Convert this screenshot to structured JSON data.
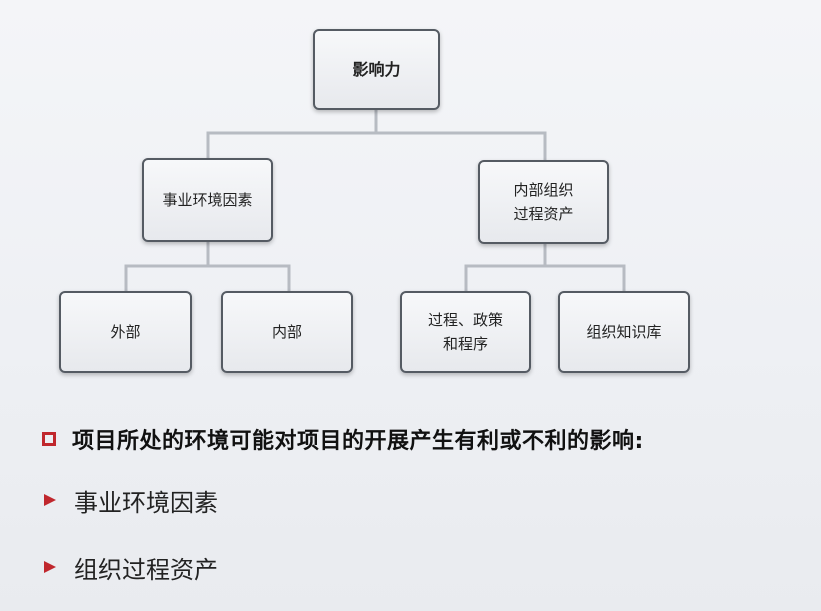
{
  "diagram": {
    "root": {
      "label": "影响力"
    },
    "enterprise": {
      "label": "事业环境因素"
    },
    "opa": {
      "label": "内部组织\n过程资产"
    },
    "external": {
      "label": "外部"
    },
    "internal": {
      "label": "内部"
    },
    "processes": {
      "label": "过程、政策\n和程序"
    },
    "knowledge": {
      "label": "组织知识库"
    }
  },
  "statement": {
    "text": "项目所处的环境可能对项目的开展产生有利或不利的影响:"
  },
  "list": {
    "items": [
      "事业环境因素",
      "组织过程资产"
    ]
  },
  "colors": {
    "bullet_red": "#c0272d",
    "node_border": "#555b63",
    "connector": "#b7bbc2"
  }
}
